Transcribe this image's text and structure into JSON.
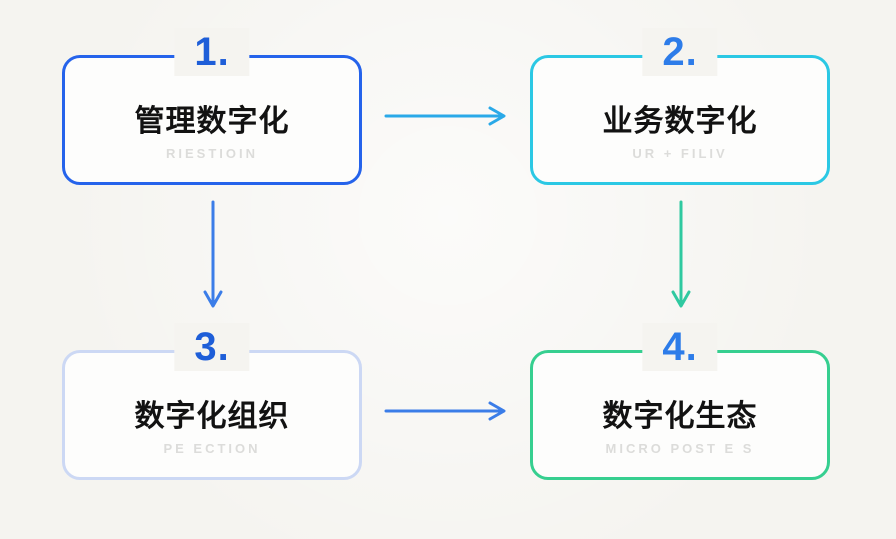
{
  "background_color": "#f5f4f0",
  "diagram": {
    "title": "digital-transformation-flow",
    "nodes": [
      {
        "number": "1.",
        "title": "管理数字化",
        "subtitle": "RIESTIOIN",
        "border_color": "#2563eb",
        "number_color": "#1e5ed8"
      },
      {
        "number": "2.",
        "title": "业务数字化",
        "subtitle": "UR + FILIV",
        "border_color": "#2bc8e4",
        "number_color": "#2d7ce9"
      },
      {
        "number": "3.",
        "title": "数字化组织",
        "subtitle": "PE ECTION",
        "border_color": "#ccd8f4",
        "number_color": "#1e5ed8"
      },
      {
        "number": "4.",
        "title": "数字化生态",
        "subtitle": "MICRO POST E S",
        "border_color": "#36cf90",
        "number_color": "#2d7ce9"
      }
    ],
    "arrows": [
      {
        "name": "arrow-1-to-2",
        "direction": "right",
        "color": "#2aa9e8"
      },
      {
        "name": "arrow-1-to-3",
        "direction": "down",
        "color": "#3b7de8"
      },
      {
        "name": "arrow-2-to-4",
        "direction": "down",
        "color": "#2fc9a0"
      },
      {
        "name": "arrow-3-to-4",
        "direction": "right",
        "color": "#3b7de8"
      }
    ]
  }
}
